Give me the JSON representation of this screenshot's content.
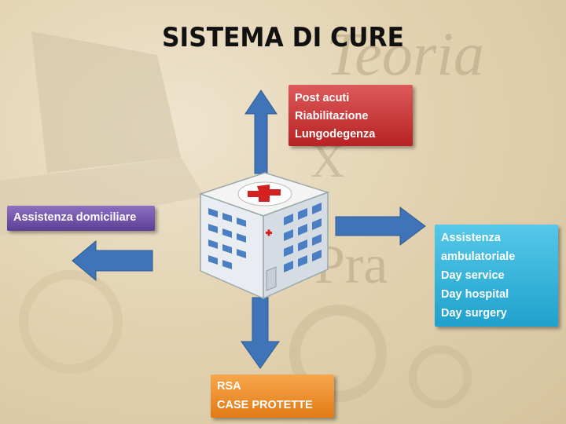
{
  "title": "SISTEMA DI CURE",
  "boxes": {
    "post_acuti": [
      "Post acuti",
      "Riabilitazione",
      "Lungodegenza"
    ],
    "domiciliare": [
      "Assistenza domiciliare"
    ],
    "ambulatoriale": [
      "Assistenza",
      "ambulatoriale",
      "Day service",
      "Day hospital",
      "Day surgery"
    ],
    "rsa": [
      "RSA",
      "CASE PROTETTE"
    ]
  },
  "background_text": [
    "Teoria",
    "X",
    "Pra"
  ],
  "icons": {
    "center": "hospital-building-icon"
  },
  "colors": {
    "red": "#c83030",
    "purple": "#6b4fa8",
    "cyan": "#33b3dd",
    "orange": "#ee8e2c",
    "arrow": "#3f74b8"
  }
}
